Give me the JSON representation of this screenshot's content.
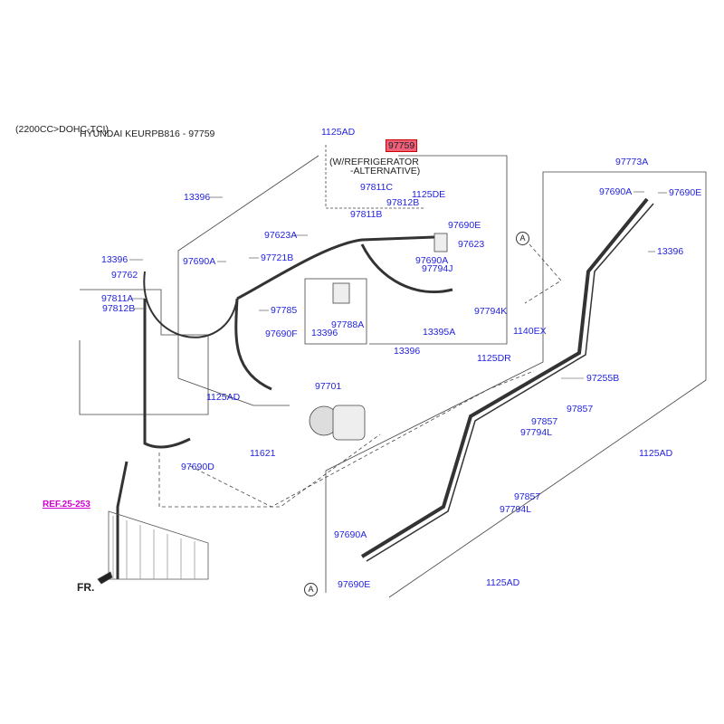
{
  "header": {
    "spec": "(2200CC>DOHC-TCI)",
    "title": "HYUNDAI KEURPB816 - 97759"
  },
  "highlight_part": "97759",
  "note": {
    "line1": "(W/REFRIGERATOR",
    "line2": "-ALTERNATIVE)"
  },
  "ref_link": "REF.25-253",
  "direction": "FR.",
  "callout": "A",
  "parts": [
    "1125AD",
    "13396",
    "97811C",
    "1125DE",
    "97812B",
    "97811B",
    "97690E",
    "97623A",
    "97623",
    "97690A",
    "97721B",
    "97690A",
    "97794J",
    "13396",
    "97762",
    "97811A",
    "97812B",
    "97785",
    "97794K",
    "97788A",
    "13396",
    "13395A",
    "1140EX",
    "97690F",
    "13396",
    "1125DR",
    "97701",
    "1125AD",
    "97773A",
    "97690A",
    "97690E",
    "13396",
    "97255B",
    "97857",
    "97857",
    "97794L",
    "1125AD",
    "11621",
    "97690D",
    "97857",
    "97794L",
    "97690A",
    "97690E",
    "1125AD"
  ],
  "colors": {
    "label": "#2323e0",
    "highlight": "#f0607a",
    "ref": "#d000d0"
  }
}
